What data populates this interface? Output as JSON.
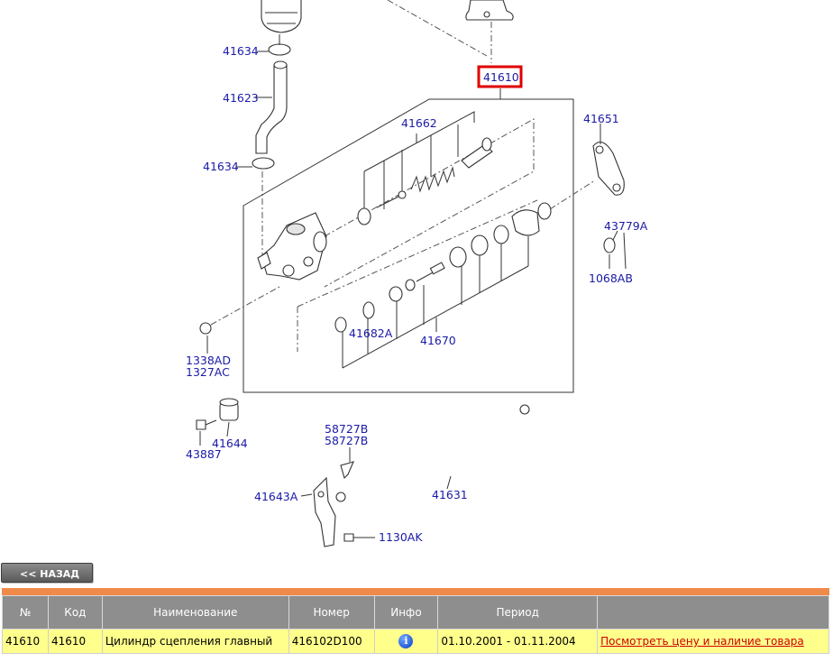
{
  "diagram": {
    "labels": {
      "l41634a": "41634",
      "l41623": "41623",
      "l41634b": "41634",
      "l41610": "41610",
      "l41662": "41662",
      "l41651": "41651",
      "l43779A": "43779A",
      "l1068AB": "1068AB",
      "l41682A": "41682A",
      "l41670": "41670",
      "l1338AD": "1338AD",
      "l1327AC": "1327AC",
      "l41644": "41644",
      "l43887": "43887",
      "l58727B_1": "58727B",
      "l58727B_2": "58727B",
      "l41643A": "41643A",
      "l41631": "41631",
      "l1130AK": "1130AK"
    },
    "highlight_color": "#e00000"
  },
  "back_button": {
    "label": "<< НАЗАД"
  },
  "table": {
    "headers": {
      "num": "№",
      "code": "Код",
      "name": "Наименование",
      "number": "Номер",
      "info": "Инфо",
      "period": "Период",
      "extra": ""
    },
    "rows": [
      {
        "num": "41610",
        "code": "41610",
        "name": "Цилиндр сцепления главный",
        "number": "416102D100",
        "info_icon": "i",
        "period": "01.10.2001 - 01.11.2004",
        "link": "Посмотреть цену и наличие товара"
      }
    ]
  },
  "colors": {
    "accent_bar": "#f08a4b",
    "header_bg": "#8e8e8e",
    "row_bg": "#ffff8c",
    "label_blue": "#1a1aa8",
    "link_red": "#cc0000"
  }
}
